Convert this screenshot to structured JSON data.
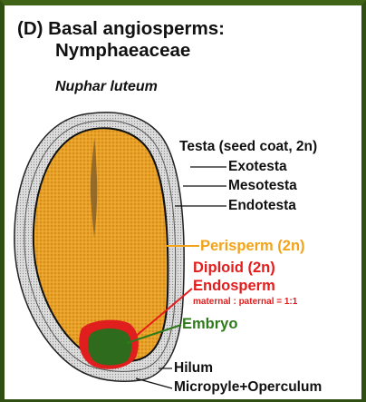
{
  "title_line1": "(D) Basal angiosperms:",
  "title_line2": "Nymphaeaceae",
  "species": "Nuphar luteum",
  "labels": {
    "testa": "Testa (seed coat, 2n)",
    "exotesta": "Exotesta",
    "mesotesta": "Mesotesta",
    "endotesta": "Endotesta",
    "perisperm": "Perisperm (2n)",
    "diploid": "Diploid (2n)",
    "endosperm": "Endosperm",
    "ratio": "maternal : paternal = 1:1",
    "embryo": "Embryo",
    "hilum": "Hilum",
    "micropyle": "Micropyle+Operculum"
  },
  "colors": {
    "perisperm": "#e9a024",
    "endosperm": "#e01e1e",
    "embryo": "#2f6b1c",
    "frame": "#2f5012"
  }
}
